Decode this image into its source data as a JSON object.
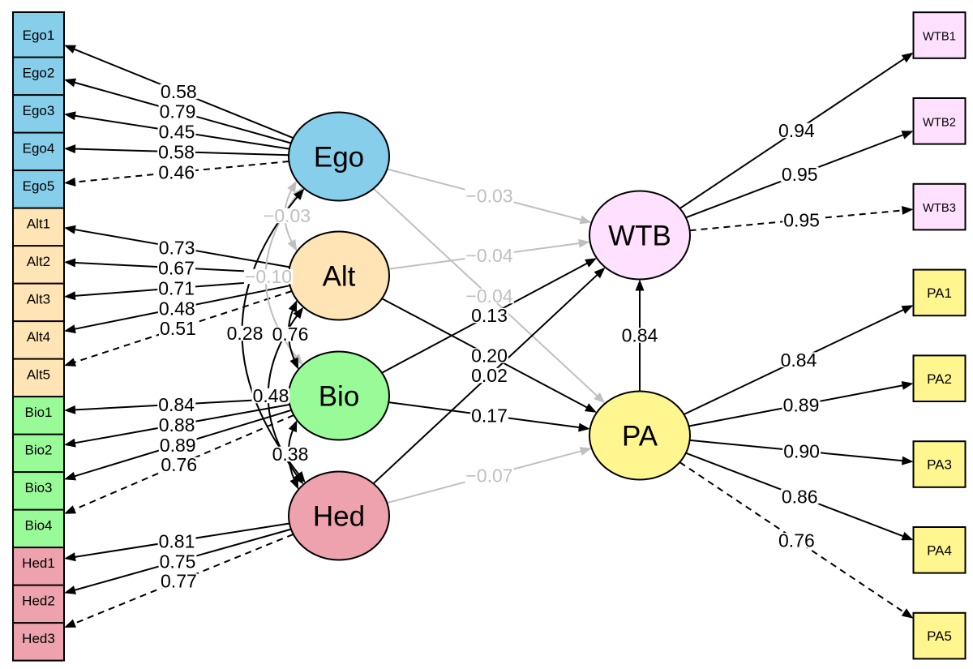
{
  "diagram": {
    "colors": {
      "significant_edge": "#000000",
      "nonsignificant_edge": "#BFBFBF",
      "node_border": "#000000",
      "background": "#FFFFFF"
    },
    "latent_nodes": [
      {
        "id": "Ego",
        "label": "Ego",
        "color": "#87CEEB"
      },
      {
        "id": "Alt",
        "label": "Alt",
        "color": "#FFE4B5"
      },
      {
        "id": "Bio",
        "label": "Bio",
        "color": "#98FB98"
      },
      {
        "id": "Hed",
        "label": "Hed",
        "color": "#EEA2AD"
      },
      {
        "id": "WTB",
        "label": "WTB",
        "color": "#FFE1FF"
      },
      {
        "id": "PA",
        "label": "PA",
        "color": "#FFF68F"
      }
    ],
    "indicators_left": [
      {
        "id": "Ego1",
        "label": "Ego1",
        "factor": "Ego"
      },
      {
        "id": "Ego2",
        "label": "Ego2",
        "factor": "Ego"
      },
      {
        "id": "Ego3",
        "label": "Ego3",
        "factor": "Ego"
      },
      {
        "id": "Ego4",
        "label": "Ego4",
        "factor": "Ego"
      },
      {
        "id": "Ego5",
        "label": "Ego5",
        "factor": "Ego"
      },
      {
        "id": "Alt1",
        "label": "Alt1",
        "factor": "Alt"
      },
      {
        "id": "Alt2",
        "label": "Alt2",
        "factor": "Alt"
      },
      {
        "id": "Alt3",
        "label": "Alt3",
        "factor": "Alt"
      },
      {
        "id": "Alt4",
        "label": "Alt4",
        "factor": "Alt"
      },
      {
        "id": "Alt5",
        "label": "Alt5",
        "factor": "Alt"
      },
      {
        "id": "Bio1",
        "label": "Bio1",
        "factor": "Bio"
      },
      {
        "id": "Bio2",
        "label": "Bio2",
        "factor": "Bio"
      },
      {
        "id": "Bio3",
        "label": "Bio3",
        "factor": "Bio"
      },
      {
        "id": "Bio4",
        "label": "Bio4",
        "factor": "Bio"
      },
      {
        "id": "Hed1",
        "label": "Hed1",
        "factor": "Hed"
      },
      {
        "id": "Hed2",
        "label": "Hed2",
        "factor": "Hed"
      },
      {
        "id": "Hed3",
        "label": "Hed3",
        "factor": "Hed"
      }
    ],
    "indicators_right": [
      {
        "id": "WTB1",
        "label": "WTB1",
        "factor": "WTB"
      },
      {
        "id": "WTB2",
        "label": "WTB2",
        "factor": "WTB"
      },
      {
        "id": "WTB3",
        "label": "WTB3",
        "factor": "WTB"
      },
      {
        "id": "PA1",
        "label": "PA1",
        "factor": "PA"
      },
      {
        "id": "PA2",
        "label": "PA2",
        "factor": "PA"
      },
      {
        "id": "PA3",
        "label": "PA3",
        "factor": "PA"
      },
      {
        "id": "PA4",
        "label": "PA4",
        "factor": "PA"
      },
      {
        "id": "PA5",
        "label": "PA5",
        "factor": "PA"
      }
    ],
    "loadings": [
      {
        "from": "Ego",
        "to": "Ego1",
        "value": "0.58",
        "line": "solid"
      },
      {
        "from": "Ego",
        "to": "Ego2",
        "value": "0.79",
        "line": "solid"
      },
      {
        "from": "Ego",
        "to": "Ego3",
        "value": "0.45",
        "line": "solid"
      },
      {
        "from": "Ego",
        "to": "Ego4",
        "value": "0.58",
        "line": "solid"
      },
      {
        "from": "Ego",
        "to": "Ego5",
        "value": "0.46",
        "line": "dashed"
      },
      {
        "from": "Alt",
        "to": "Alt1",
        "value": "0.73",
        "line": "solid"
      },
      {
        "from": "Alt",
        "to": "Alt2",
        "value": "0.67",
        "line": "solid"
      },
      {
        "from": "Alt",
        "to": "Alt3",
        "value": "0.71",
        "line": "solid"
      },
      {
        "from": "Alt",
        "to": "Alt4",
        "value": "0.48",
        "line": "solid"
      },
      {
        "from": "Alt",
        "to": "Alt5",
        "value": "0.51",
        "line": "dashed"
      },
      {
        "from": "Bio",
        "to": "Bio1",
        "value": "0.84",
        "line": "solid"
      },
      {
        "from": "Bio",
        "to": "Bio2",
        "value": "0.88",
        "line": "solid"
      },
      {
        "from": "Bio",
        "to": "Bio3",
        "value": "0.89",
        "line": "solid"
      },
      {
        "from": "Bio",
        "to": "Bio4",
        "value": "0.76",
        "line": "dashed"
      },
      {
        "from": "Hed",
        "to": "Hed1",
        "value": "0.81",
        "line": "solid"
      },
      {
        "from": "Hed",
        "to": "Hed2",
        "value": "0.75",
        "line": "solid"
      },
      {
        "from": "Hed",
        "to": "Hed3",
        "value": "0.77",
        "line": "dashed"
      },
      {
        "from": "WTB",
        "to": "WTB1",
        "value": "0.94",
        "line": "solid"
      },
      {
        "from": "WTB",
        "to": "WTB2",
        "value": "0.95",
        "line": "solid"
      },
      {
        "from": "WTB",
        "to": "WTB3",
        "value": "0.95",
        "line": "dashed"
      },
      {
        "from": "PA",
        "to": "PA1",
        "value": "0.84",
        "line": "solid"
      },
      {
        "from": "PA",
        "to": "PA2",
        "value": "0.89",
        "line": "solid"
      },
      {
        "from": "PA",
        "to": "PA3",
        "value": "0.90",
        "line": "solid"
      },
      {
        "from": "PA",
        "to": "PA4",
        "value": "0.86",
        "line": "solid"
      },
      {
        "from": "PA",
        "to": "PA5",
        "value": "0.76",
        "line": "dashed"
      }
    ],
    "regressions": [
      {
        "from": "Ego",
        "to": "WTB",
        "value": "−0.03",
        "significant": false
      },
      {
        "from": "Alt",
        "to": "WTB",
        "value": "−0.04",
        "significant": false
      },
      {
        "from": "Ego",
        "to": "PA",
        "value": "−0.04",
        "significant": false
      },
      {
        "from": "Bio",
        "to": "WTB",
        "value": "0.13",
        "significant": true
      },
      {
        "from": "Alt",
        "to": "PA",
        "value": "0.20",
        "significant": true
      },
      {
        "from": "Hed",
        "to": "WTB",
        "value": "0.02",
        "significant": true
      },
      {
        "from": "Bio",
        "to": "PA",
        "value": "0.17",
        "significant": true
      },
      {
        "from": "Hed",
        "to": "PA",
        "value": "−0.07",
        "significant": false
      },
      {
        "from": "PA",
        "to": "WTB",
        "value": "0.84",
        "significant": true
      }
    ],
    "covariances": [
      {
        "a": "Ego",
        "b": "Alt",
        "value": "−0.03",
        "significant": false
      },
      {
        "a": "Ego",
        "b": "Bio",
        "value": "−0.10",
        "significant": false
      },
      {
        "a": "Ego",
        "b": "Hed",
        "value": "0.28",
        "significant": true
      },
      {
        "a": "Alt",
        "b": "Bio",
        "value": "0.76",
        "significant": true
      },
      {
        "a": "Alt",
        "b": "Hed",
        "value": "0.48",
        "significant": true
      },
      {
        "a": "Bio",
        "b": "Hed",
        "value": "0.38",
        "significant": true
      }
    ]
  }
}
